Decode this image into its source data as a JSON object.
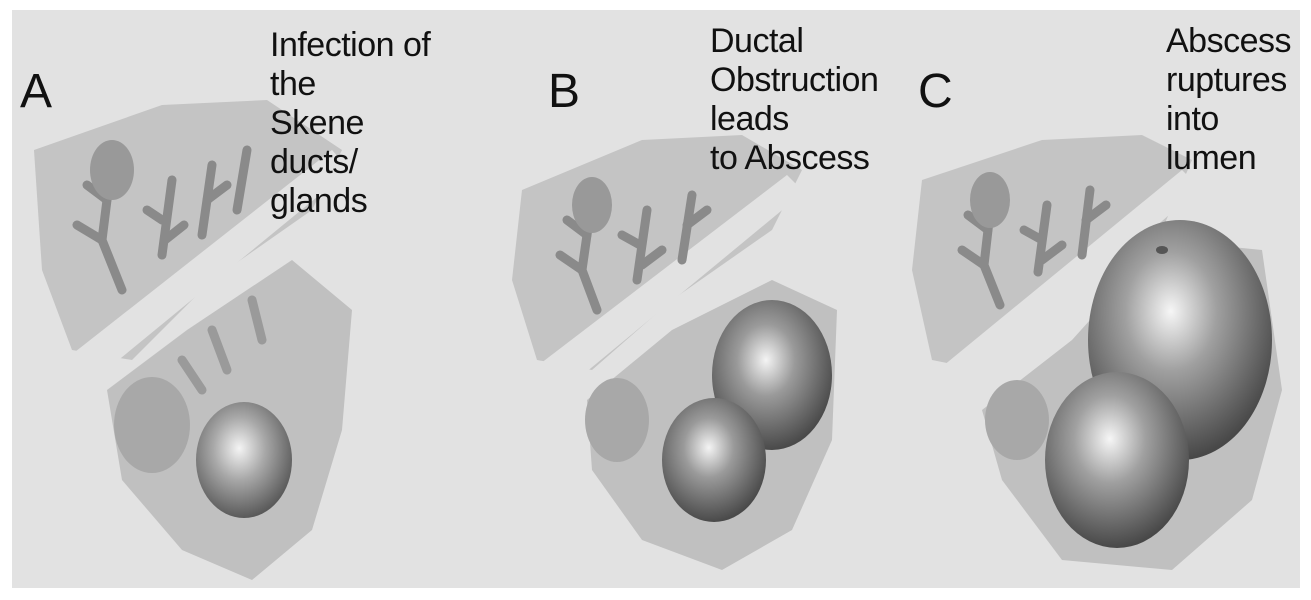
{
  "panels": [
    {
      "letter": "A",
      "caption": [
        "Infection of the",
        "Skene ducts/",
        "glands"
      ]
    },
    {
      "letter": "B",
      "caption": [
        "Ductal",
        "Obstruction",
        "leads",
        "to Abscess"
      ]
    },
    {
      "letter": "C",
      "caption": [
        "Abscess",
        "ruptures",
        "into lumen"
      ]
    }
  ],
  "colors": {
    "background": "#e2e2e2",
    "tissue": "#b8b8b8",
    "gland": "#8e8e8e",
    "abscess": "#6a6a6a",
    "highlight": "#f2f2f2"
  }
}
